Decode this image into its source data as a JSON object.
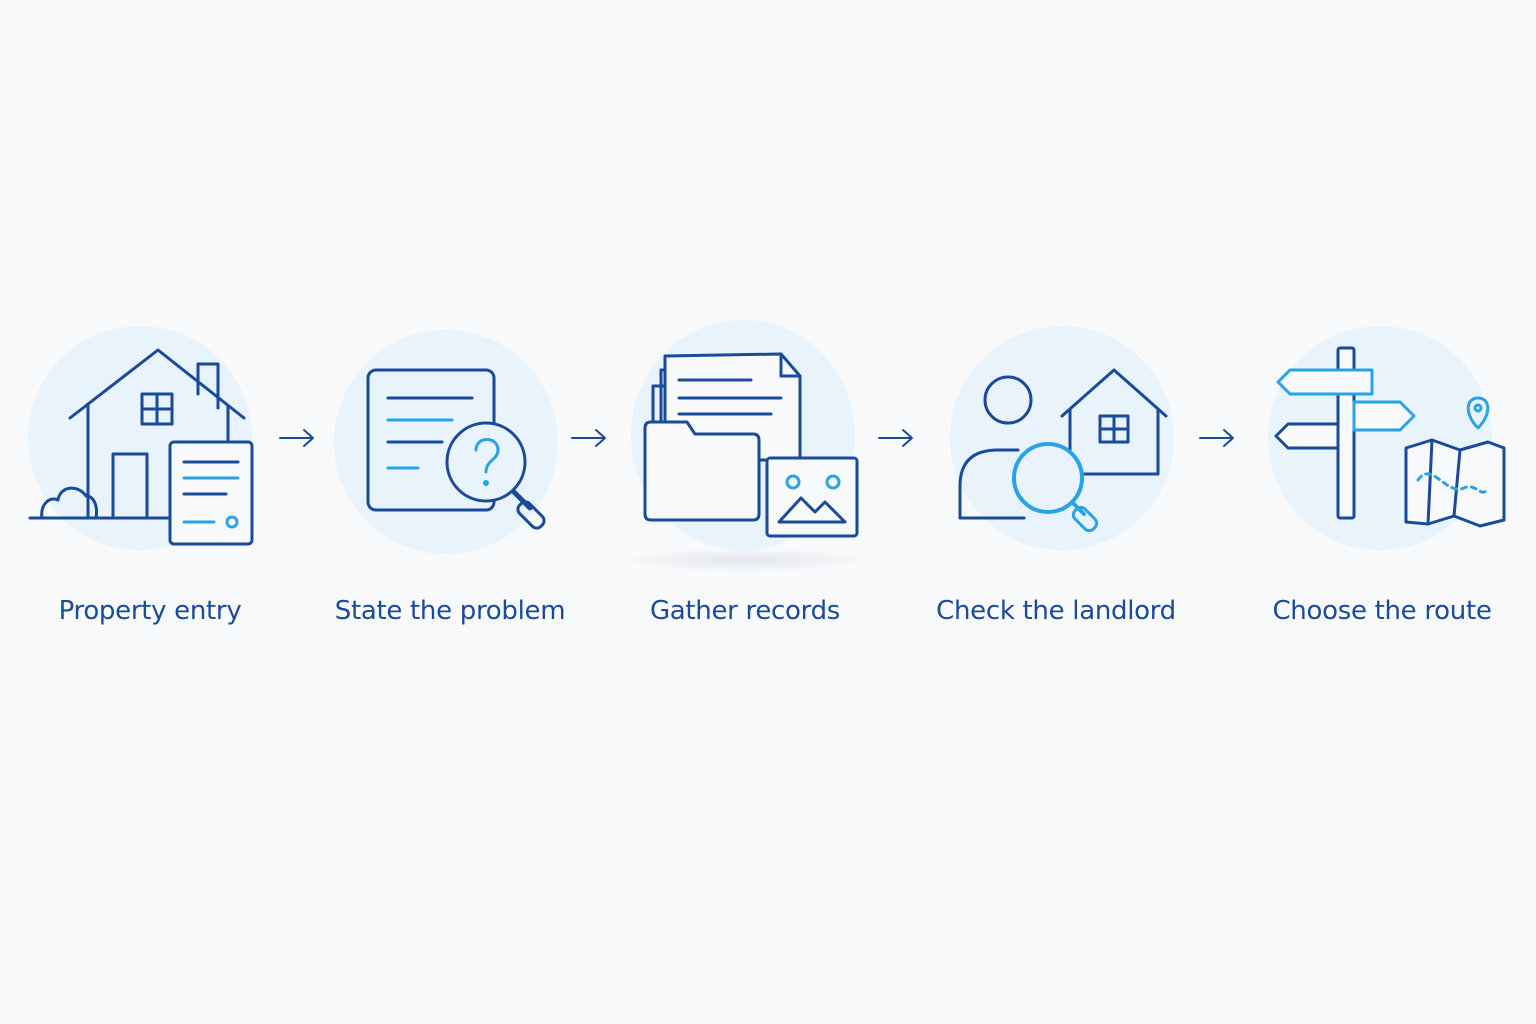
{
  "steps": [
    {
      "label": "Property entry",
      "icon": "house-with-document-icon"
    },
    {
      "label": "State the problem",
      "icon": "document-question-magnifier-icon"
    },
    {
      "label": "Gather records",
      "icon": "folder-documents-photo-icon"
    },
    {
      "label": "Check the landlord",
      "icon": "person-house-magnifier-icon"
    },
    {
      "label": "Choose the route",
      "icon": "signpost-map-icon"
    }
  ],
  "colors": {
    "background": "#f8f9fa",
    "halo": "#e8f3fc",
    "stroke_dark": "#1a4a9a",
    "stroke_accent": "#29a3e6",
    "label": "#1a4a9a"
  }
}
